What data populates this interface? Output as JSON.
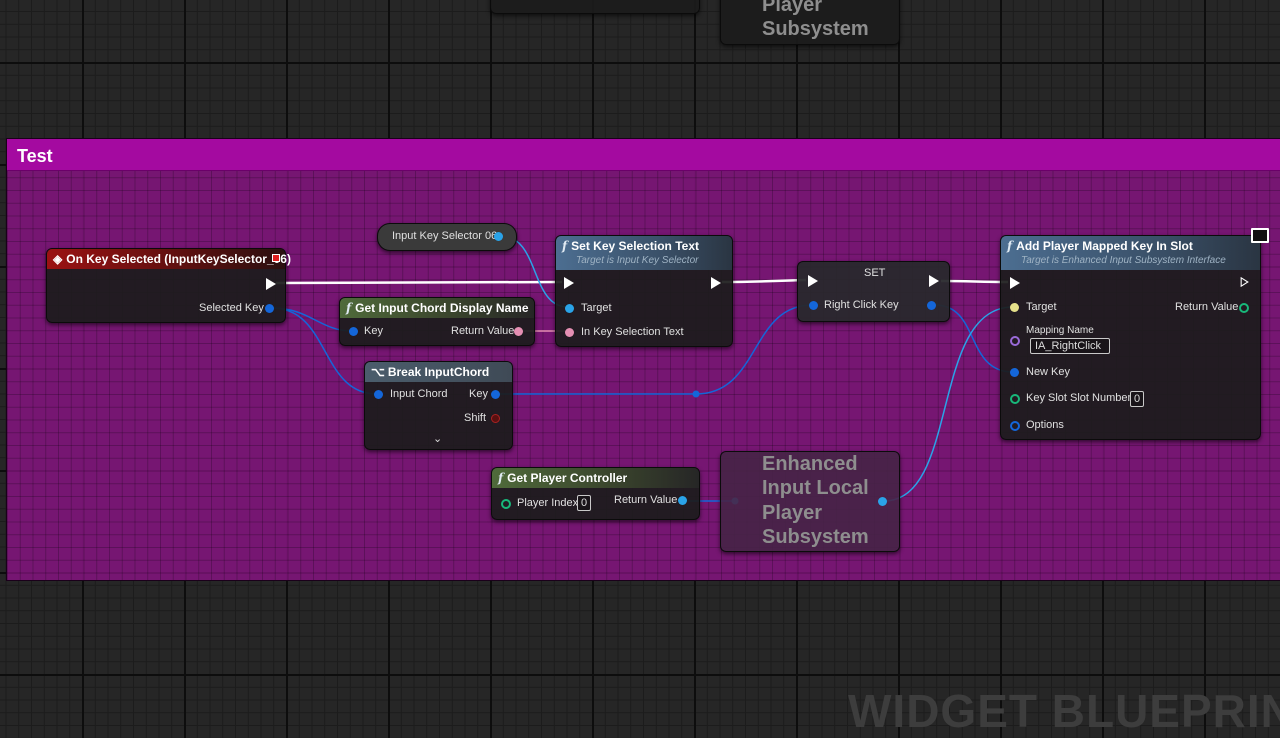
{
  "comment": {
    "title": "Test",
    "color": "#a40aa0"
  },
  "watermark": "WIDGET BLUEPRIN",
  "nodes": {
    "top_cut_node": {},
    "top_subsystem": {
      "line1": "Player",
      "line2": "Subsystem"
    },
    "on_key_selected": {
      "title": "On Key Selected (InputKeySelector_06)",
      "selected_key": "Selected Key"
    },
    "input_key_selector": {
      "label": "Input Key Selector 06"
    },
    "get_input_chord_display_name": {
      "title": "Get Input Chord Display Name",
      "key": "Key",
      "return_value": "Return Value"
    },
    "break_input_chord": {
      "title": "Break InputChord",
      "input_chord": "Input Chord",
      "key": "Key",
      "shift": "Shift"
    },
    "set_key_selection_text": {
      "title": "Set Key Selection Text",
      "subtitle": "Target is Input Key Selector",
      "target": "Target",
      "in_key_selection_text": "In Key Selection Text"
    },
    "set": {
      "title": "SET",
      "right_click_key": "Right Click Key"
    },
    "add_player_mapped_key": {
      "title": "Add Player Mapped Key In Slot",
      "subtitle": "Target is Enhanced Input Subsystem Interface",
      "target": "Target",
      "return_value": "Return Value",
      "mapping_name": "Mapping Name",
      "mapping_name_value": "IA_RightClick",
      "new_key": "New Key",
      "key_slot_number": "Key Slot Slot Number",
      "key_slot_value": "0",
      "options": "Options"
    },
    "get_player_controller": {
      "title": "Get Player Controller",
      "player_index": "Player Index",
      "player_index_value": "0",
      "return_value": "Return Value"
    },
    "enhanced_input_subsystem": {
      "line1": "Enhanced",
      "line2": "Input Local",
      "line3": "Player",
      "line4": "Subsystem"
    }
  }
}
